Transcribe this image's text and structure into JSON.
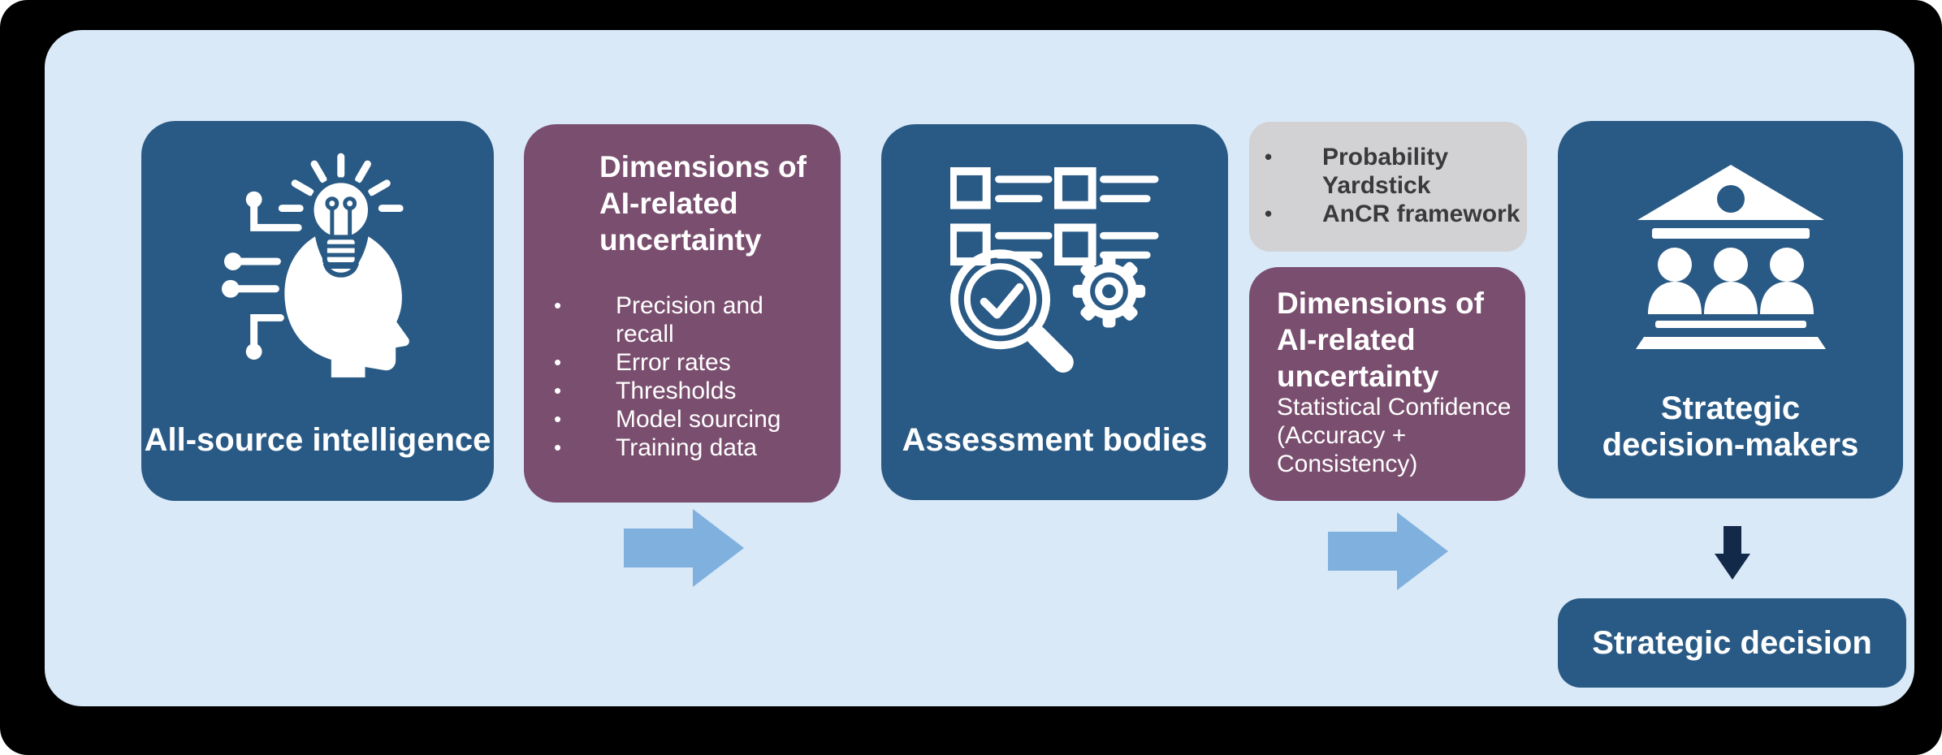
{
  "bullet_glyph": "•",
  "colors": {
    "frame": "#000000",
    "panel": "#d9e9f8",
    "node_blue": "#295a85",
    "node_purple": "#7a4e6e",
    "note_gray": "#d2d1d3",
    "note_text": "#3a3a3c",
    "arrow_light_blue": "#7fb0de",
    "arrow_navy": "#13294a",
    "text_white": "#ffffff"
  },
  "nodes": {
    "all_source": {
      "label": "All-source intelligence",
      "icon": "ai-head-icon"
    },
    "uncertainty_1": {
      "title": "Dimensions of\nAI-related\nuncertainty",
      "bullets": [
        "Precision and\nrecall",
        "Error rates",
        "Thresholds",
        "Model sourcing",
        "Training data"
      ]
    },
    "assessment": {
      "label": "Assessment bodies",
      "icon": "checklist-audit-icon"
    },
    "frameworks": {
      "bullets": [
        "Probability\nYardstick",
        "AnCR framework"
      ]
    },
    "uncertainty_2": {
      "title": "Dimensions of\nAI-related\nuncertainty",
      "body": "Statistical Confidence\n(Accuracy +\nConsistency)"
    },
    "decision_makers": {
      "label": "Strategic\ndecision-makers",
      "icon": "institution-icon"
    },
    "strategic_decision": {
      "label": "Strategic decision"
    }
  },
  "arrows": {
    "right_1": "right-arrow-icon",
    "right_2": "right-arrow-icon",
    "down": "down-arrow-icon"
  }
}
